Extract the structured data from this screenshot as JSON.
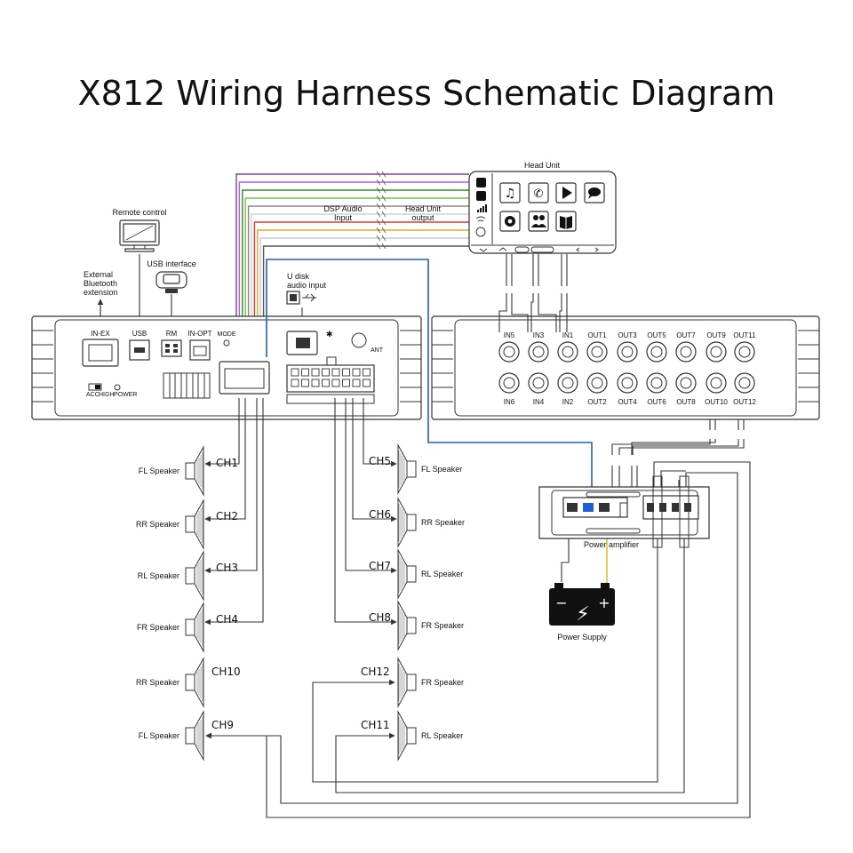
{
  "title": "X812 Wiring Harness Schematic Diagram",
  "colors": {
    "harness": [
      "#7b3fb0",
      "#b35fd6",
      "#2d8f2d",
      "#7cc24a",
      "#888888",
      "#cfcfcf",
      "#e23a2a",
      "#e0a53b",
      "#c9c9c9",
      "#555555"
    ],
    "usb_audio_line": "#1e5fd6",
    "remote_line": "#e6c229"
  },
  "head_unit": {
    "title": "Head Unit",
    "dsp_audio_input": "DSP Audio\nInput",
    "head_unit_output": "Head Unit\noutput",
    "icons": [
      "music-icon",
      "phone-icon",
      "play-icon",
      "chat-icon",
      "settings-icon",
      "contacts-icon",
      "book-icon"
    ]
  },
  "peripherals": {
    "remote_control": "Remote control",
    "usb_interface": "USB interface",
    "external_bluetooth": "External\nBluetooth\nextension",
    "u_disk": "U disk\naudio input"
  },
  "dsp_ports": {
    "in_ex": "IN-EX",
    "usb": "USB",
    "rm": "RM",
    "in_opt": "IN-OPT",
    "mode": "MODE",
    "ant": "ANT",
    "acc": "ACC",
    "high": "HIGH",
    "power": "POWER"
  },
  "rca": {
    "top": [
      "IN5",
      "IN3",
      "IN1",
      "OUT1",
      "OUT3",
      "OUT5",
      "OUT7",
      "OUT9",
      "OUT11"
    ],
    "bottom": [
      "IN6",
      "IN4",
      "IN2",
      "OUT2",
      "OUT4",
      "OUT6",
      "OUT8",
      "OUT10",
      "OUT12"
    ]
  },
  "channels_left": [
    {
      "ch": "CH1",
      "speaker": "FL Speaker"
    },
    {
      "ch": "CH2",
      "speaker": "RR Speaker"
    },
    {
      "ch": "CH3",
      "speaker": "RL Speaker"
    },
    {
      "ch": "CH4",
      "speaker": "FR Speaker"
    },
    {
      "ch": "CH10",
      "speaker": "RR Speaker"
    },
    {
      "ch": "CH9",
      "speaker": "FL Speaker"
    }
  ],
  "channels_right": [
    {
      "ch": "CH5",
      "speaker": "FL Speaker"
    },
    {
      "ch": "CH6",
      "speaker": "RR Speaker"
    },
    {
      "ch": "CH7",
      "speaker": "RL Speaker"
    },
    {
      "ch": "CH8",
      "speaker": "FR Speaker"
    },
    {
      "ch": "CH12",
      "speaker": "FR Speaker"
    },
    {
      "ch": "CH11",
      "speaker": "RL Speaker"
    }
  ],
  "power_amplifier": "Power amplifier",
  "power_supply": "Power Supply",
  "battery_symbols": {
    "minus": "−",
    "plus": "+",
    "bolt": "⚡"
  }
}
